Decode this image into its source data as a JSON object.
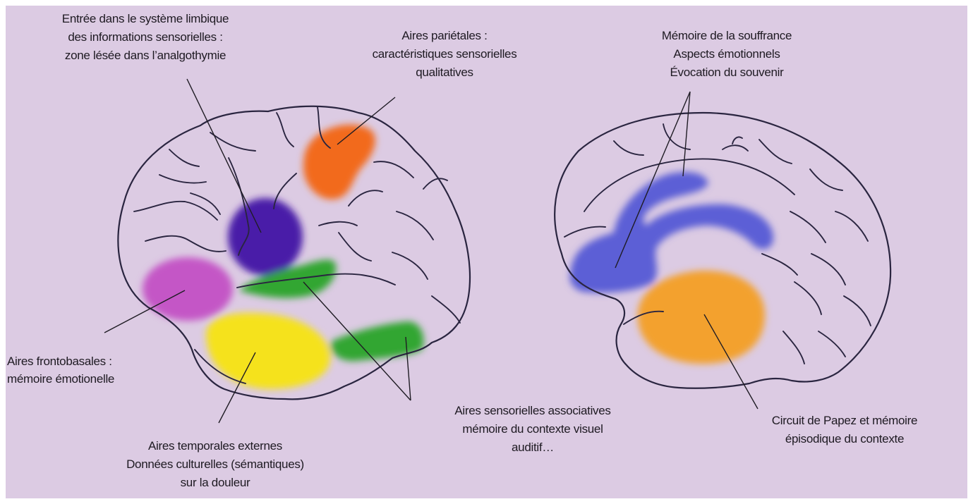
{
  "colors": {
    "background": "#dccbe3",
    "purple": "#4a1aa8",
    "orange": "#f26a1a",
    "magenta": "#c456c6",
    "green": "#33a630",
    "yellow": "#f5e21a",
    "blue": "#5b5fd6",
    "amber": "#f3a12e"
  },
  "labels": {
    "limbic_entry": [
      "Entrée dans le système limbique",
      "des informations sensorielles :",
      "zone lésée dans l’analgothymie"
    ],
    "parietal": [
      "Aires pariétales :",
      "caractéristiques sensorielles",
      "qualitatives"
    ],
    "suffering_memory": [
      "Mémoire de la souffrance",
      "Aspects émotionnels",
      "Évocation du souvenir"
    ],
    "frontobasal": [
      "Aires frontobasales :",
      "mémoire émotionelle"
    ],
    "temporal": [
      "Aires temporales externes",
      "Données culturelles (sémantiques)",
      "sur la douleur"
    ],
    "sensory_assoc": [
      "Aires sensorielles associatives",
      "mémoire du contexte visuel",
      "auditif…"
    ],
    "papez": [
      "Circuit de Papez et mémoire",
      "épisodique du contexte"
    ]
  }
}
